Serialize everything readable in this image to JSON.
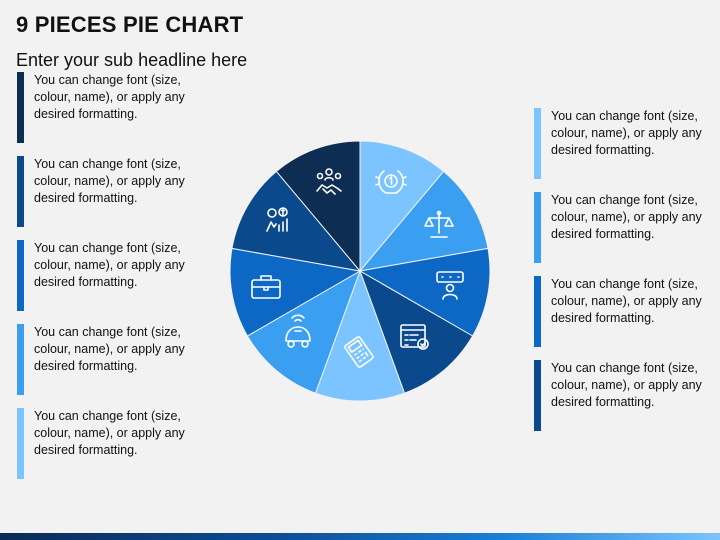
{
  "title": "9 PIECES PIE CHART",
  "subtitle": "Enter your sub headline here",
  "left_blocks": [
    {
      "text": "You can change font (size, colour, name), or apply any desired formatting.",
      "color": "#0d2d52"
    },
    {
      "text": "You can change font (size, colour, name), or apply any desired formatting.",
      "color": "#0a4a8c"
    },
    {
      "text": "You can change font (size, colour, name), or apply any desired formatting.",
      "color": "#0d68c5"
    },
    {
      "text": "You can change font (size, colour, name), or apply any desired formatting.",
      "color": "#3a9ff0"
    },
    {
      "text": "You can change font (size, colour, name), or apply any desired formatting.",
      "color": "#7cc4ff"
    }
  ],
  "right_blocks": [
    {
      "text": "You can change font (size, colour, name), or apply any desired formatting.",
      "color": "#7cc4ff"
    },
    {
      "text": "You can change font (size, colour, name), or apply any desired formatting.",
      "color": "#3a9ff0"
    },
    {
      "text": "You can change font (size, colour, name), or apply any desired formatting.",
      "color": "#0d68c5"
    },
    {
      "text": "You can change font (size, colour, name), or apply any desired formatting.",
      "color": "#0a4a8c"
    }
  ],
  "pie": {
    "slices": [
      {
        "icon": "laurel-number-one-icon",
        "color": "#7cc4ff"
      },
      {
        "icon": "balance-scale-icon",
        "color": "#3a9ff0"
      },
      {
        "icon": "customer-rating-icon",
        "color": "#0d68c5"
      },
      {
        "icon": "checklist-approved-icon",
        "color": "#0a4a8c"
      },
      {
        "icon": "calculator-document-icon",
        "color": "#7cc4ff"
      },
      {
        "icon": "connected-car-icon",
        "color": "#3a9ff0"
      },
      {
        "icon": "briefcase-icon",
        "color": "#0d68c5"
      },
      {
        "icon": "growth-money-icon",
        "color": "#0a4a8c"
      },
      {
        "icon": "handshake-team-icon",
        "color": "#0d2d52"
      }
    ]
  }
}
